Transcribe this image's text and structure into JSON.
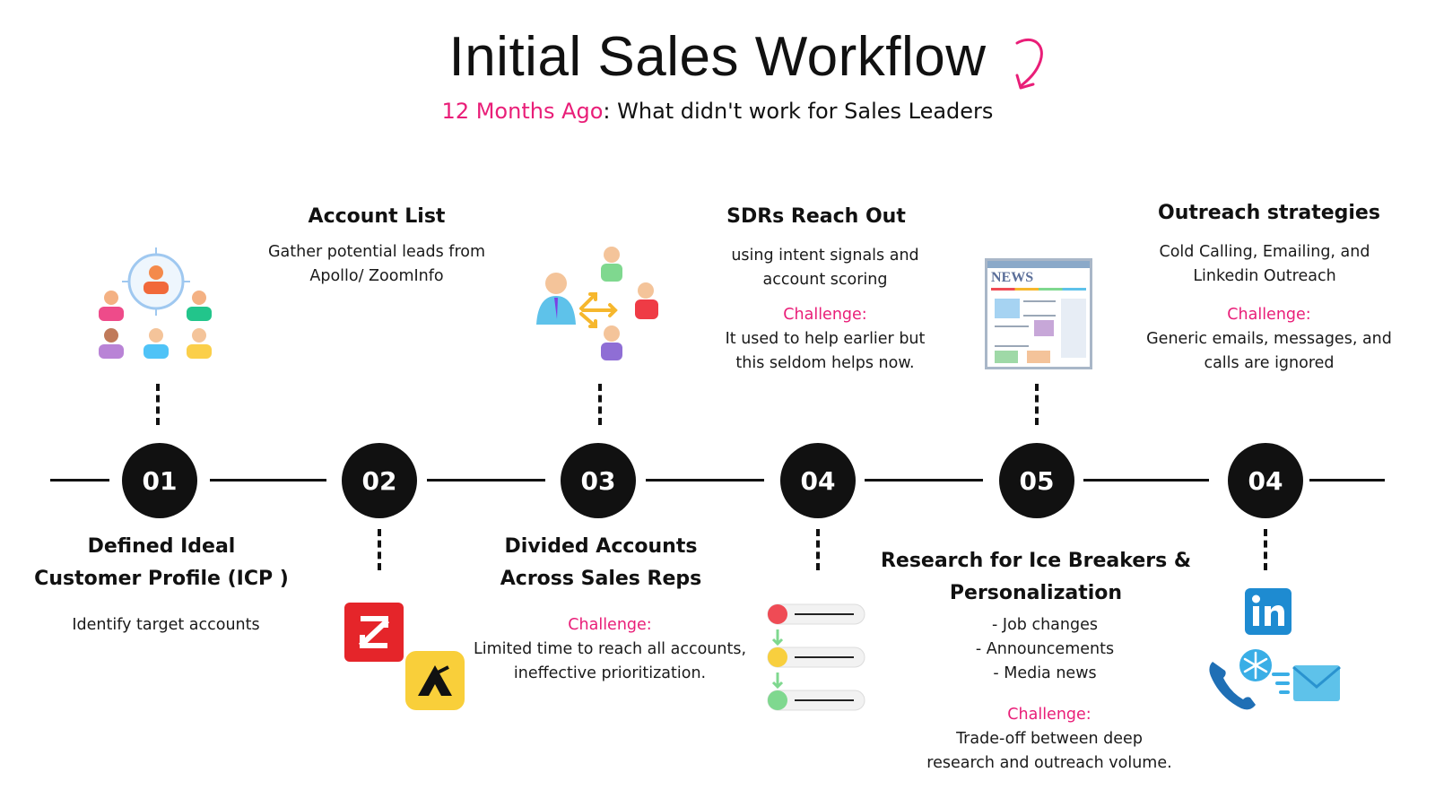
{
  "title": "Initial Sales Workflow",
  "subtitle": {
    "highlight": "12 Months Ago",
    "rest": ": What didn't work for Sales Leaders"
  },
  "colors": {
    "accent": "#e91e78",
    "node": "#111111"
  },
  "steps": [
    {
      "number": "01",
      "heading_line1": "Defined Ideal",
      "heading_line2": "Customer Profile (ICP )",
      "body": "Identify target accounts",
      "icon": "target-audience-icon"
    },
    {
      "number": "02",
      "heading": "Account List",
      "body_line1": "Gather potential leads from",
      "body_line2": "Apollo/ ZoomInfo",
      "icons": [
        "zoominfo-logo-icon",
        "apollo-logo-icon"
      ]
    },
    {
      "number": "03",
      "heading_line1": "Divided Accounts",
      "heading_line2": "Across Sales Reps",
      "challenge_label": "Challenge:",
      "challenge_line1": "Limited time to reach all accounts,",
      "challenge_line2": "ineffective prioritization.",
      "icon": "distribute-people-icon"
    },
    {
      "number": "04",
      "heading": "SDRs Reach Out",
      "body_line1": "using intent signals and",
      "body_line2": "account scoring",
      "challenge_label": "Challenge:",
      "challenge_line1": "It used to help earlier but",
      "challenge_line2": "this seldom helps now.",
      "icon": "ranked-list-icon"
    },
    {
      "number": "05",
      "heading_line1": "Research for Ice Breakers &",
      "heading_line2": "Personalization",
      "bullets": [
        "- Job changes",
        "- Announcements",
        "- Media news"
      ],
      "challenge_label": "Challenge:",
      "challenge_line1": "Trade-off between deep",
      "challenge_line2": "research and outreach volume.",
      "icon": "news-page-icon",
      "news_label": "NEWS"
    },
    {
      "number": "04",
      "heading": "Outreach strategies",
      "body_line1": "Cold Calling, Emailing, and",
      "body_line2": "Linkedin Outreach",
      "challenge_label": "Challenge:",
      "challenge_line1": "Generic emails, messages, and",
      "challenge_line2": "calls are ignored",
      "icons": [
        "linkedin-icon",
        "cold-call-icon",
        "email-icon"
      ]
    }
  ]
}
